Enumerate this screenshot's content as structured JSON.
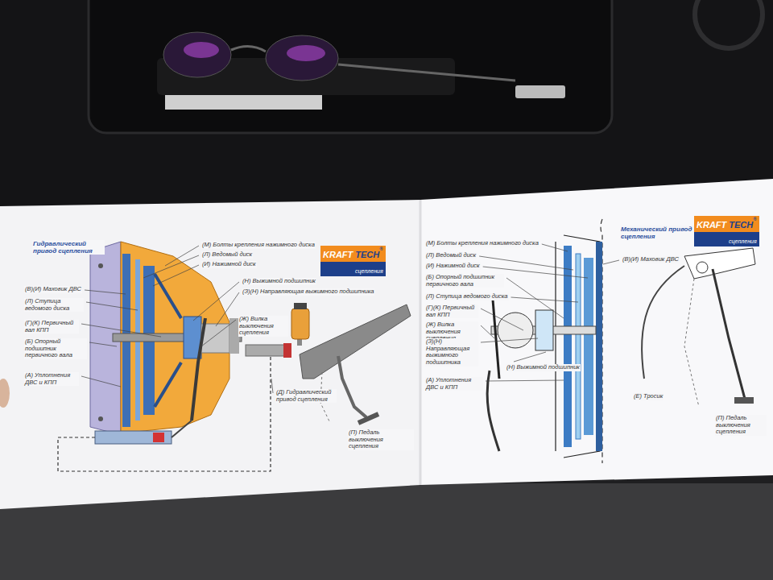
{
  "diagram": {
    "nodes": [
      {
        "text": [
          "KRAFT",
          "TECH",
          "®",
          "сцепления"
        ]
      },
      {
        "text": [
          "KRAFT",
          "TECH",
          "®",
          "сцепления"
        ]
      }
    ],
    "labels": [
      "Гидравлический привод сцепления",
      "(М) Болты крепления нажимного диска",
      "(Л) Ведомый диск",
      "(И) Нажимной диск",
      "(Н) Выжимной подшипник",
      "(З)(Н) Направляющая выжимного подшипника",
      "(Ж) Вилка выключения сцепления",
      "(В)(И) Маховик ДВС",
      "(Л) Ступица ведомого диска",
      "(Г)(К) Первичный вал КПП",
      "(Б) Опорный подшипник первичного вала",
      "(А) Уплотнения ДВС и КПП",
      "(Д) Гидравлический привод сцепления",
      "(П) Педаль выключения сцепления",
      "Механический привод сцепления",
      "(М) Болты крепления нажимного диска",
      "(Л) Ведомый диск",
      "(И) Нажимной диск",
      "(Б) Опорный подшипник первичного вала",
      "(Л) Ступица ведомого диска",
      "(Г)(К) Первичный вал КПП",
      "(Ж) Вилка выключения сцепления",
      "(З)(Н) Направляющая выжимного подшипника",
      "(Н) Выжимной подшипник",
      "(А) Уплотнения ДВС и КПП",
      "(В)(И) Маховик ДВС",
      "(Е) Тросик",
      "(П) Педаль выключения сцепления"
    ]
  }
}
